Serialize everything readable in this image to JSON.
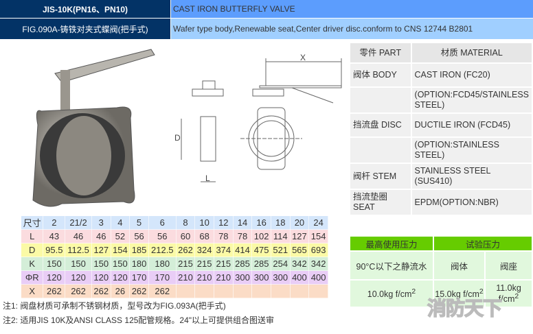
{
  "header": {
    "model": "JIS-10K(PN16、PN10)",
    "fig": "FIG.090A-铸铁对夹式蝶阀(把手式)",
    "title": "CAST IRON BUTTERFLY VALVE",
    "desc": "Wafer type body,Renewable seat,Center driver disc.conform to CNS 12744 B2801"
  },
  "drawing": {
    "x_label": "X",
    "d_label": "D",
    "l_label": "L"
  },
  "parts": {
    "headers": [
      "零件 PART",
      "材质 MATERIAL"
    ],
    "rows": [
      [
        "阀体 BODY",
        "CAST IRON (FC20)"
      ],
      [
        "",
        "(OPTION:FCD45/STAINLESS STEEL)"
      ],
      [
        "挡流盘 DISC",
        "DUCTILE IRON (FCD45)"
      ],
      [
        "",
        "(OPTION:STAINLESS STEEL)"
      ],
      [
        "阀杆 STEM",
        "STAINLESS STEEL (SUS410)"
      ],
      [
        "挡流垫圈 SEAT",
        "EPDM(OPTION:NBR)"
      ]
    ]
  },
  "sizes": {
    "rows": [
      [
        "尺寸",
        "2",
        "21/2",
        "3",
        "4",
        "5",
        "6",
        "8",
        "10",
        "12",
        "14",
        "16",
        "18",
        "20",
        "24"
      ],
      [
        "L",
        "43",
        "46",
        "46",
        "52",
        "56",
        "56",
        "60",
        "68",
        "78",
        "78",
        "102",
        "114",
        "127",
        "154"
      ],
      [
        "D",
        "95.5",
        "112.5",
        "127",
        "154",
        "185",
        "212.5",
        "262",
        "324",
        "374",
        "414",
        "475",
        "521",
        "565",
        "693"
      ],
      [
        "K",
        "150",
        "150",
        "150",
        "150",
        "180",
        "180",
        "215",
        "215",
        "215",
        "285",
        "285",
        "254",
        "342",
        "342"
      ],
      [
        "ΦR",
        "120",
        "120",
        "120",
        "120",
        "170",
        "170",
        "210",
        "210",
        "210",
        "300",
        "300",
        "300",
        "400",
        "400"
      ],
      [
        "X",
        "262",
        "262",
        "262",
        "26",
        "262",
        "262",
        "",
        "",
        "",
        "",
        "",
        "",
        "",
        ""
      ]
    ]
  },
  "pressure": {
    "h1": "最高使用压力",
    "h2": "试验压力",
    "medium": "90°C以下之静流水",
    "body": "阀体",
    "seat": "阀座",
    "v1": "10.0kg f/cm",
    "v2": "15.0kg f/cm",
    "v3": "11.0kg f/cm",
    "sup": "2"
  },
  "notes": [
    "注1:   阀盘材质可承制不锈钢材质，型号改为FIG.093A(把手式)",
    "注2:   适用JIS 10K及ANSI CLASS 125配管规格。24\"以上可提供组合图送审"
  ],
  "watermark": "消防天下"
}
